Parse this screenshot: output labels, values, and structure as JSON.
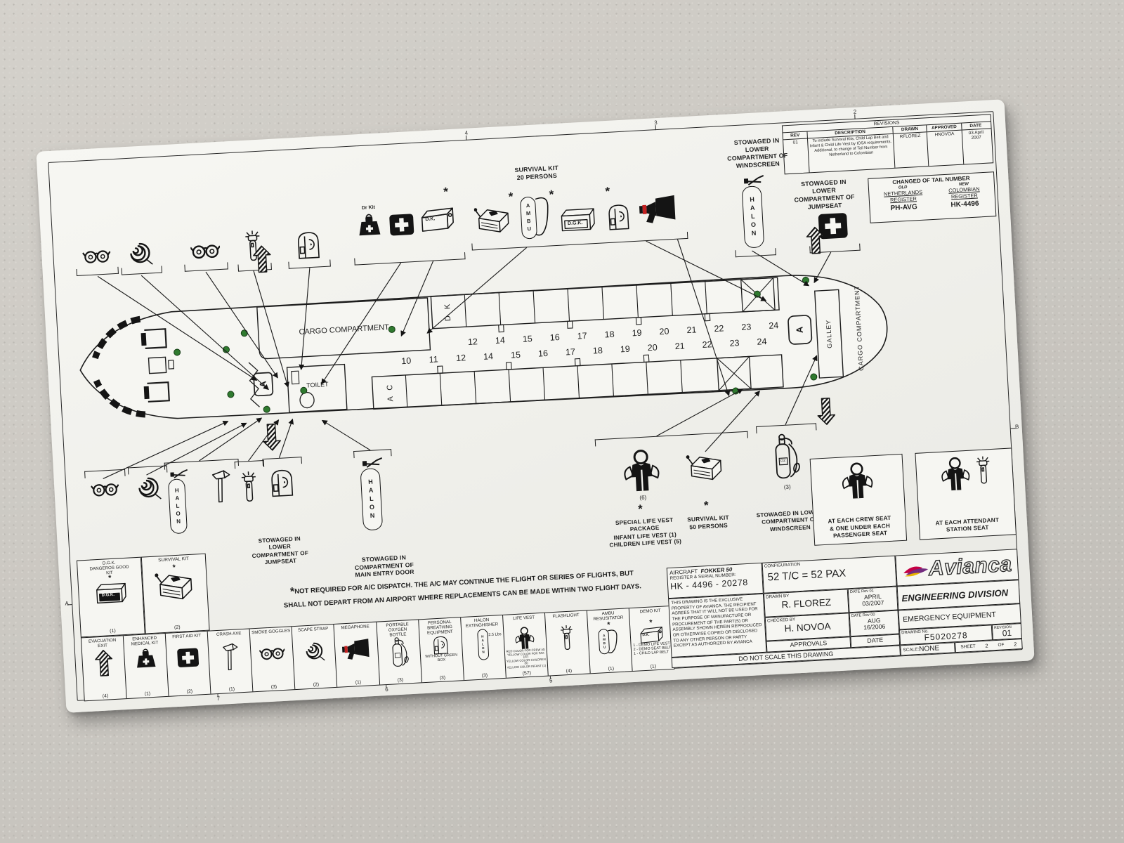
{
  "symbols": {
    "star": "*",
    "halon": "HALON",
    "ambu": "AMBU",
    "dgk": "D.G.K.",
    "dk": "D.K.",
    "o2": "O2",
    "dr_kit": "Dr Kit"
  },
  "grid": {
    "top": [
      "4",
      "3",
      "2"
    ],
    "bottom": [
      "7",
      "6",
      "5"
    ],
    "left": [
      "A"
    ],
    "right": [
      "B"
    ]
  },
  "revisions": {
    "title": "REVISIONS",
    "headers": [
      "REV",
      "DESCRIPTION",
      "DRAWN",
      "APPROVED",
      "DATE"
    ],
    "row": {
      "rev": "01",
      "description": "To include Survival Kits, Child Lap Belt and Infant & Child Life Vest by IOSA requirements. Additional, to change of Tail Number from Netherland to Colombian",
      "drawn": "RFLOREZ",
      "approved": "HNOVOA",
      "date": "03 April\n2007"
    }
  },
  "tail_change": {
    "title": "CHANGED OF TAIL NUMBER",
    "old_tag": "OLD",
    "new_tag": "NEW",
    "old_register": "NETHERLANDS\nREGISTER",
    "new_register": "COLOMBIAN\nREGISTER",
    "old_value": "PH-AVG",
    "new_value": "HK-4496"
  },
  "top_notes": {
    "survival_20": "SURVIVAL KIT\n20 PERSONS",
    "windscreen": "STOWAGED IN\nLOWER\nCOMPARTMENT OF\nWINDSCREEN",
    "jumpseat": "STOWAGED IN\nLOWER\nCOMPARTMENT OF\nJUMPSEAT"
  },
  "bottom_notes": {
    "jumpseat": "STOWAGED IN\nLOWER\nCOMPARTMENT OF\nJUMPSEAT",
    "main_entry": "STOWAGED IN\nCOMPARTMENT OF\nMAIN ENTRY DOOR",
    "vest_qty": "(6)",
    "vest_text": "SPECIAL LIFE VEST\nPACKAGE\nINFANT LIFE VEST (1)\nCHILDREN LIFE VEST (5)",
    "survival_50": "SURVIVAL KIT\n50 PERSONS",
    "o2_qty": "(3)",
    "o2_text": "STOWAGED IN LOWER\nCOMPARTMENT OF\nWINDSCREEN",
    "crew_box": "AT EACH CREW SEAT\n& ONE UNDER EACH\nPASSENGER SEAT",
    "attendant_box": "AT EACH ATTENDANT\nSTATION SEAT"
  },
  "left_boxes": {
    "dgk_title": "D.G.K.\nDANGEROS GOOD\nKIT",
    "dgk_qty": "(1)",
    "survival_title": "SURVIVAL KIT",
    "survival_qty": "(2)"
  },
  "note": {
    "line1": "NOT REQUIRED FOR A/C DISPATCH. THE A/C MAY CONTINUE THE FLIGHT OR SERIES OF FLIGHTS, BUT",
    "line2": "SHALL NOT DEPART FROM AN AIRPORT WHERE REPLACEMENTS CAN BE MADE WITHIN TWO FLIGHT DAYS."
  },
  "fuselage": {
    "cargo_front": "CARGO COMPARTMENT",
    "toilet": "TOILET",
    "galley": "GALLEY",
    "cargo_rear": "CARGO COMPARTMENT",
    "row_dk": "D K",
    "row_ac": "A C",
    "att_front": "A",
    "att_rear": "A",
    "upper_numbers": [
      "12",
      "14",
      "15",
      "16",
      "17",
      "18",
      "19",
      "20",
      "21",
      "22",
      "23",
      "24"
    ],
    "lower_numbers": [
      "10",
      "11",
      "12",
      "14",
      "15",
      "16",
      "17",
      "18",
      "19",
      "20",
      "21",
      "22",
      "23",
      "24"
    ]
  },
  "legend": {
    "items": [
      {
        "label": "EVACUATION\nEXIT",
        "qty": "(4)"
      },
      {
        "label": "ENHANCED\nMEDICAL KIT",
        "qty": "(1)"
      },
      {
        "label": "FIRST AID KIT",
        "qty": "(2)"
      },
      {
        "label": "CRASH AXE",
        "qty": "(1)"
      },
      {
        "label": "SMOKE GOGGLES",
        "qty": "(3)"
      },
      {
        "label": "SCAPE STRAP",
        "qty": "(2)"
      },
      {
        "label": "MEGAPHONE",
        "qty": "(1)"
      },
      {
        "label": "PORTABLE OXYGEN\nBOTTLE",
        "qty": "(3)"
      },
      {
        "label": "PERSONAL\nBREATHING\nEQUIPMENT",
        "sub": "WITHOUT GREEN\nBOX",
        "qty": "(3)"
      },
      {
        "label": "HALON\nEXTINGHISHER",
        "side": "2.5 Lbs",
        "qty": "(3)"
      },
      {
        "label": "LIFE VEST",
        "sub": "RED COLOR FOR CREW (4)\nYELLOW COLOR FOR PAX (47)\nYELLOW COLOR CHILDREN (5)\nYELLOW COLOR INFANT (1)",
        "qty": "(57)"
      },
      {
        "label": "FLASHLIGHT",
        "qty": "(4)"
      },
      {
        "label": "AMBU\nRESUSITATOR",
        "star": "*",
        "qty": "(1)"
      },
      {
        "label": "DEMO KIT",
        "star": "*",
        "sub": "1 - DEMO LIFE VEST\n2 - DEMO SEAT BELT\n1 - CHILD LAP BELT",
        "qty": "(1)"
      }
    ]
  },
  "titleblock": {
    "aircraft_label": "AIRCRAFT",
    "aircraft_model": "FOKKER 50",
    "register_label": "REGISTER & SERIAL NUMBER:",
    "register_value": "HK - 4496 - 20278",
    "config_label": "CONFIGURATION",
    "config_value": "52 T/C = 52 PAX",
    "legal": "THIS DRAWING IS THE EXCLUSIVE PROPERTY OF AVIANCA. THE RECIPIENT AGREES THAT IT WILL NOT BE USED FOR THE PURPOSE OF MANUFACTURE OR PROCUREMENT OF THE PART(S) OR ASSEMBLY SHOWN HEREIN REPRODUCED OR OTHERWISE COPIED OR DISCLOSED TO ANY OTHER PERSON OR PARTY EXCEPT AS AUTHORIZED BY AVIANCA",
    "drawn_by_label": "DRAWN BY",
    "drawn_by": "R. FLOREZ",
    "date_rev01_label": "DATE Rev 01",
    "date_rev01": "APRIL\n03/2007",
    "checked_by_label": "CHECKED BY",
    "checked_by": "H. NOVOA",
    "date_rev00_label": "DATE Rev 00",
    "date_rev00": "AUG\n16/2006",
    "approvals": "APPROVALS",
    "date": "DATE",
    "do_not_scale": "DO NOT SCALE THIS DRAWING",
    "brand": "Avianca",
    "division": "ENGINEERING DIVISION",
    "doc_title": "EMERGENCY EQUIPMENT",
    "drawing_no_label": "DRAWING No.",
    "drawing_no": "F5020278",
    "revision_label": "REVISION",
    "revision": "01",
    "scale_label": "SCALE:",
    "scale": "NONE",
    "sheet_label": "SHEET",
    "sheet_no": "2",
    "of_label": "OF",
    "sheet_total": "2"
  },
  "colors": {
    "megaphone_red": "#c22020",
    "marker_green": "#2f7a2f",
    "logo_red": "#c40045",
    "logo_purple": "#722b7e",
    "logo_yellow": "#e9b300"
  }
}
